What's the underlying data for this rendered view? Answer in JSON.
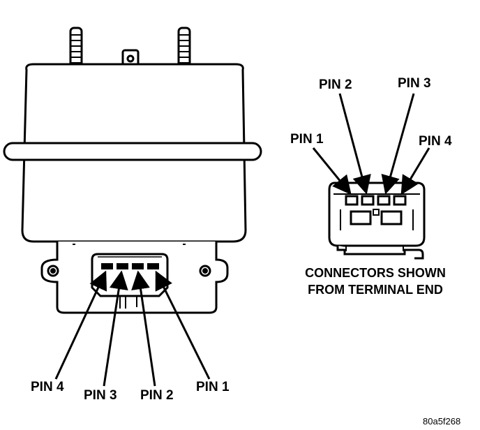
{
  "left_unit": {
    "pin_labels": [
      "PIN 4",
      "PIN 3",
      "PIN 2",
      "PIN 1"
    ]
  },
  "connector_view": {
    "pin_labels": {
      "pin1": "PIN 1",
      "pin2": "PIN 2",
      "pin3": "PIN 3",
      "pin4": "PIN 4"
    },
    "caption_line1": "CONNECTORS SHOWN",
    "caption_line2": "FROM TERMINAL END"
  },
  "figure_id": "80a5f268",
  "colors": {
    "ink": "#000000",
    "paper": "#ffffff"
  }
}
